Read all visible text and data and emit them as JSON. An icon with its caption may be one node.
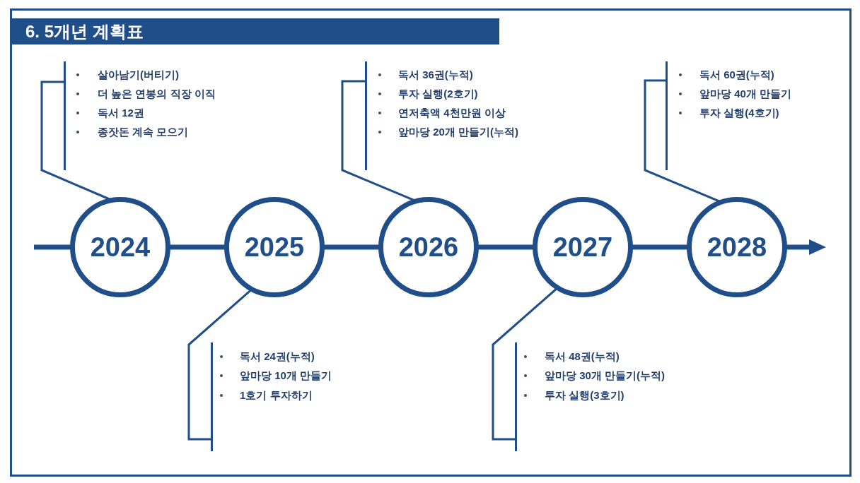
{
  "diagram": {
    "title": "6. 5개년 계획표",
    "nodes": [
      {
        "text": [
          "살아남기(버티기)",
          "더 높은 연봉의 직장 이직",
          "독서 12권",
          "종잣돈 계속 모으기"
        ]
      },
      {
        "text": [
          "독서 36권(누적)",
          "투자 실행(2호기)",
          "연저축액 4천만원 이상",
          "앞마당 20개 만들기(누적)"
        ]
      },
      {
        "text": [
          "독서 60권(누적)",
          "앞마당 40개 만들기",
          "투자 실행(4호기)"
        ]
      },
      {
        "text": [
          "2024"
        ]
      },
      {
        "text": [
          "2025"
        ]
      },
      {
        "text": [
          "2026"
        ]
      },
      {
        "text": [
          "2027"
        ]
      },
      {
        "text": [
          "2028"
        ]
      },
      {
        "text": [
          "독서 24권(누적)",
          "앞마당 10개 만들기",
          "1호기 투자하기"
        ]
      },
      {
        "text": [
          "독서 48권(누적)",
          "앞마당 30개 만들기(누적)",
          "투자 실행(3호기)"
        ]
      }
    ],
    "edges": [
      {
        "from": null,
        "to": 3,
        "arrow": "none"
      },
      {
        "from": 3,
        "to": 4,
        "arrow": "none"
      },
      {
        "from": 4,
        "to": 5,
        "arrow": "none"
      },
      {
        "from": 5,
        "to": 6,
        "arrow": "none"
      },
      {
        "from": 6,
        "to": 7,
        "arrow": "none"
      },
      {
        "from": 7,
        "to": null,
        "arrow": "to"
      },
      {
        "from": 3,
        "to": 0,
        "arrow": "none"
      },
      {
        "from": 4,
        "to": 8,
        "arrow": "none"
      },
      {
        "from": 5,
        "to": 1,
        "arrow": "none"
      },
      {
        "from": 6,
        "to": 9,
        "arrow": "none"
      },
      {
        "from": 7,
        "to": 2,
        "arrow": "none"
      }
    ]
  }
}
